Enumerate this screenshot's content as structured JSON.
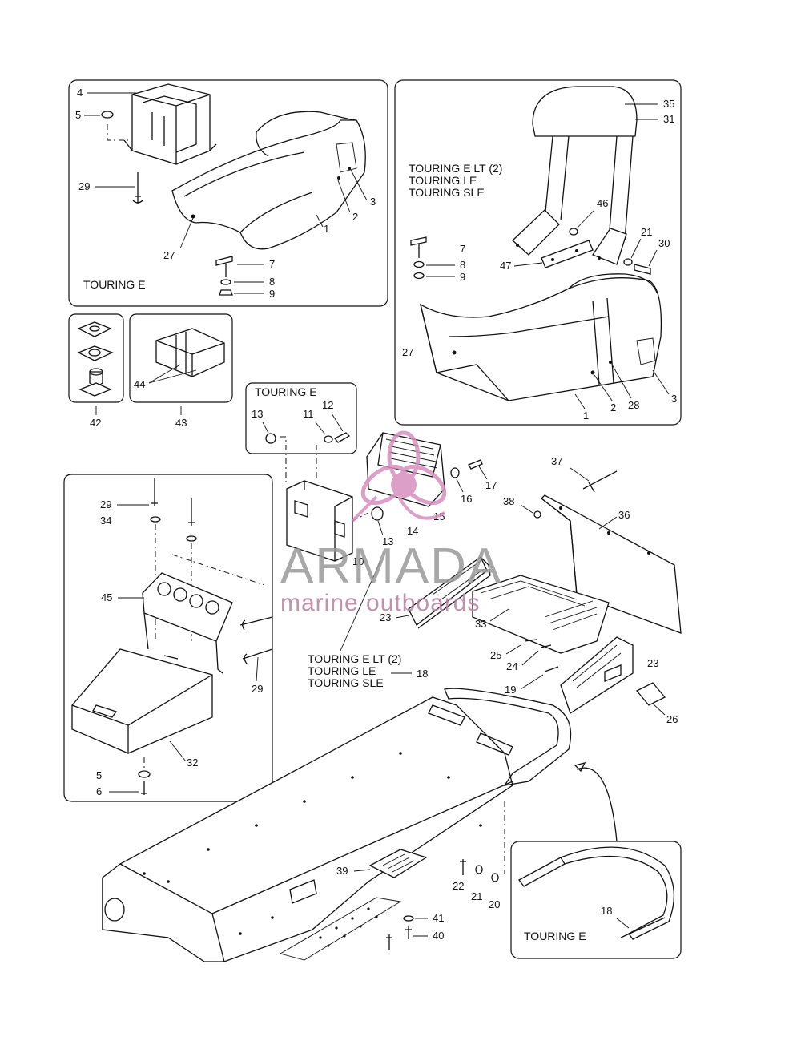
{
  "models": {
    "touring_e": "TOURING E",
    "touring_e_lt2": "TOURING E LT (2)",
    "touring_le": "TOURING LE",
    "touring_sle": "TOURING SLE"
  },
  "watermark": {
    "brand": "ARMADA",
    "tagline": "marine outboards",
    "logo_icon": "flower-logo-icon",
    "color": "#d68fbf"
  },
  "labels": {
    "p1": "1",
    "p2": "2",
    "p3": "3",
    "p4": "4",
    "p5": "5",
    "p6": "6",
    "p7": "7",
    "p8": "8",
    "p9": "9",
    "p10": "10",
    "p11": "11",
    "p12": "12",
    "p13": "13",
    "p14": "14",
    "p15": "15",
    "p16": "16",
    "p17": "17",
    "p18": "18",
    "p19": "19",
    "p20": "20",
    "p21": "21",
    "p22": "22",
    "p23": "23",
    "p24": "24",
    "p25": "25",
    "p26": "26",
    "p27": "27",
    "p28": "28",
    "p29": "29",
    "p30": "30",
    "p31": "31",
    "p32": "32",
    "p33": "33",
    "p34": "34",
    "p35": "35",
    "p36": "36",
    "p37": "37",
    "p38": "38",
    "p39": "39",
    "p40": "40",
    "p41": "41",
    "p42": "42",
    "p43": "43",
    "p44": "44",
    "p45": "45",
    "p46": "46",
    "p47": "47"
  }
}
